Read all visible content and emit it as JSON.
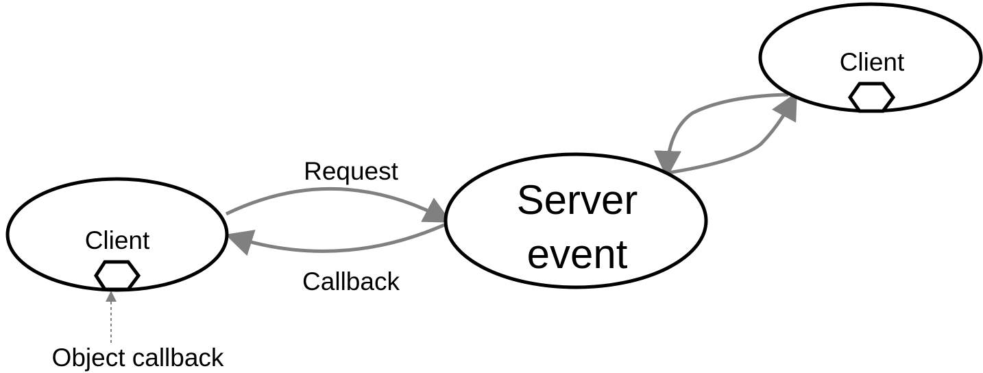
{
  "nodes": {
    "client_left": {
      "label": "Client"
    },
    "client_right": {
      "label": "Client"
    },
    "server": {
      "line1": "Server",
      "line2": "event"
    }
  },
  "edges": {
    "request_label": "Request",
    "callback_label": "Callback",
    "object_callback_label": "Object callback"
  },
  "colors": {
    "arrow": "#808080",
    "outline": "#000000"
  }
}
